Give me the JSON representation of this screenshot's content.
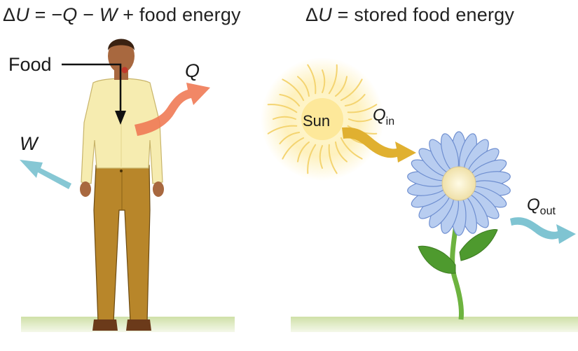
{
  "equations": {
    "left": {
      "delta": "Δ",
      "u": "U",
      "part1": " = −",
      "q": "Q",
      "part2": " − ",
      "w": "W",
      "part3": " + food energy"
    },
    "right": {
      "delta": "Δ",
      "u": "U",
      "rest": " = stored food energy"
    }
  },
  "labels": {
    "food": "Food",
    "q": "Q",
    "w": "W",
    "sun": "Sun",
    "q_in_main": "Q",
    "q_in_sub": "in",
    "q_out_main": "Q",
    "q_out_sub": "out"
  },
  "icons": {
    "person": "person-icon",
    "sun": "sun-icon",
    "flower": "flower-icon"
  },
  "colors": {
    "heat_arrow": "#f07a55",
    "work_arrow": "#7fc4d2",
    "sun_arrow": "#e0b030",
    "q_out_arrow": "#7fc4d2",
    "ground": "#d9e8b8",
    "shirt": "#f6ecb0",
    "pants": "#b8862a",
    "stem": "#6db33f",
    "petal": "#b8cdf0"
  }
}
